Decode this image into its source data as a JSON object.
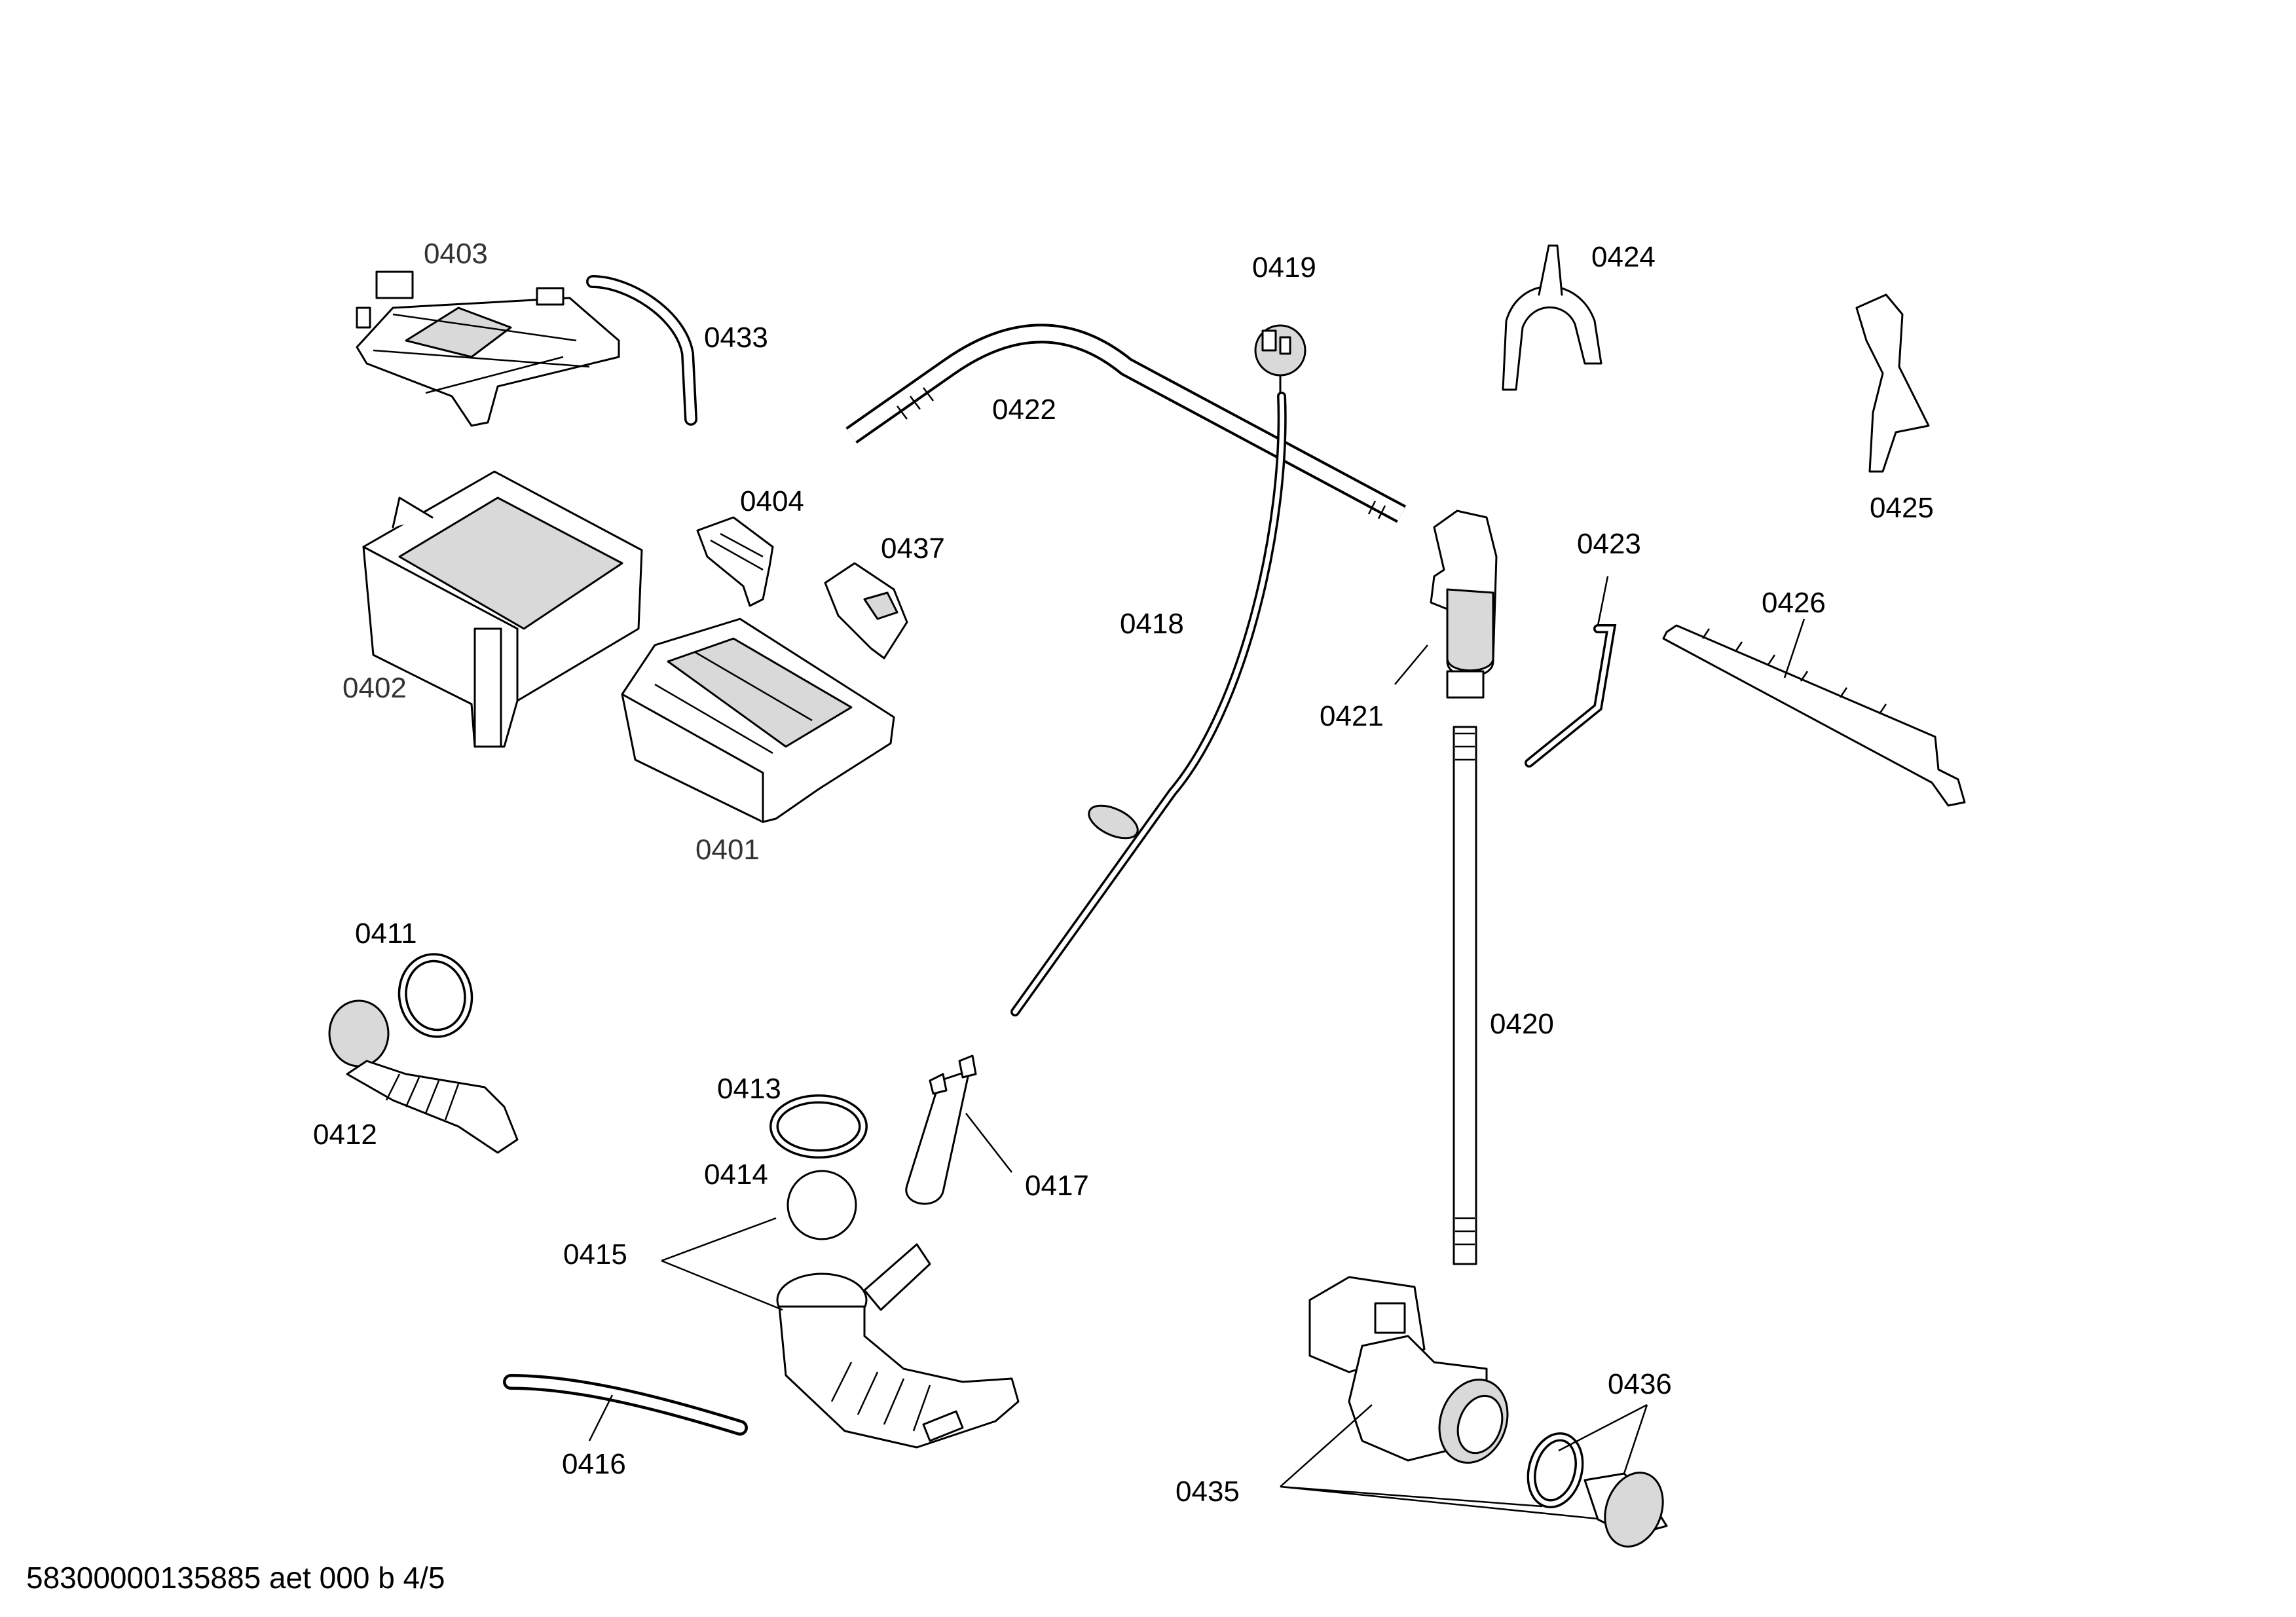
{
  "callouts": {
    "c0401": "0401",
    "c0402": "0402",
    "c0403": "0403",
    "c0404": "0404",
    "c0411": "0411",
    "c0412": "0412",
    "c0413": "0413",
    "c0414": "0414",
    "c0415": "0415",
    "c0416": "0416",
    "c0417": "0417",
    "c0418": "0418",
    "c0419": "0419",
    "c0420": "0420",
    "c0421": "0421",
    "c0422": "0422",
    "c0423": "0423",
    "c0424": "0424",
    "c0425": "0425",
    "c0426": "0426",
    "c0433": "0433",
    "c0435": "0435",
    "c0436": "0436",
    "c0437": "0437"
  },
  "footer": {
    "document_id": "58300000135885 aet 000 b 4/5"
  }
}
